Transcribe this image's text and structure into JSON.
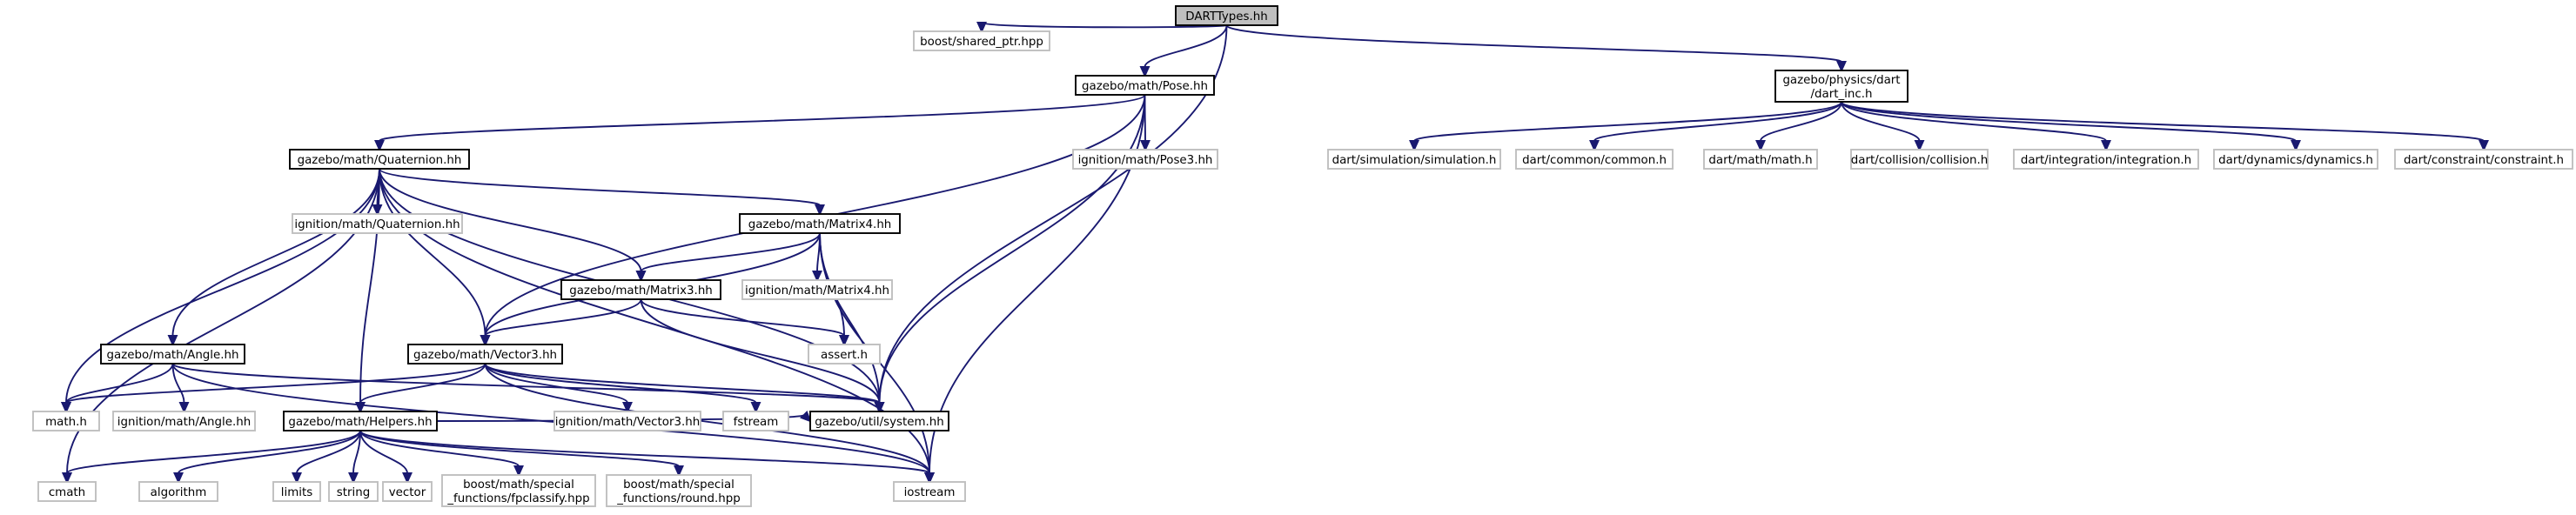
{
  "colors": {
    "edge": "#191970",
    "box_border": "#000000",
    "external_border": "#bfbfbf",
    "root_fill": "#bfbfbf",
    "node_fill": "#ffffff",
    "text": "#000000"
  },
  "nodes": [
    {
      "id": "root",
      "lines": [
        "DARTTypes.hh"
      ],
      "kind": "root"
    },
    {
      "id": "shared_ptr",
      "lines": [
        "boost/shared_ptr.hpp"
      ],
      "kind": "external"
    },
    {
      "id": "pose",
      "lines": [
        "gazebo/math/Pose.hh"
      ],
      "kind": "internal"
    },
    {
      "id": "dart_inc",
      "lines": [
        "gazebo/physics/dart",
        "/dart_inc.h"
      ],
      "kind": "internal"
    },
    {
      "id": "quaternion",
      "lines": [
        "gazebo/math/Quaternion.hh"
      ],
      "kind": "internal"
    },
    {
      "id": "ign_pose3",
      "lines": [
        "ignition/math/Pose3.hh"
      ],
      "kind": "external"
    },
    {
      "id": "simulation",
      "lines": [
        "dart/simulation/simulation.h"
      ],
      "kind": "external"
    },
    {
      "id": "common",
      "lines": [
        "dart/common/common.h"
      ],
      "kind": "external"
    },
    {
      "id": "dmath",
      "lines": [
        "dart/math/math.h"
      ],
      "kind": "external"
    },
    {
      "id": "collision",
      "lines": [
        "dart/collision/collision.h"
      ],
      "kind": "external"
    },
    {
      "id": "integration",
      "lines": [
        "dart/integration/integration.h"
      ],
      "kind": "external"
    },
    {
      "id": "dynamics",
      "lines": [
        "dart/dynamics/dynamics.h"
      ],
      "kind": "external"
    },
    {
      "id": "constraint",
      "lines": [
        "dart/constraint/constraint.h"
      ],
      "kind": "external"
    },
    {
      "id": "ign_quat",
      "lines": [
        "ignition/math/Quaternion.hh"
      ],
      "kind": "external"
    },
    {
      "id": "matrix4",
      "lines": [
        "gazebo/math/Matrix4.hh"
      ],
      "kind": "internal"
    },
    {
      "id": "ign_mat4",
      "lines": [
        "ignition/math/Matrix4.hh"
      ],
      "kind": "external"
    },
    {
      "id": "matrix3",
      "lines": [
        "gazebo/math/Matrix3.hh"
      ],
      "kind": "internal"
    },
    {
      "id": "angle",
      "lines": [
        "gazebo/math/Angle.hh"
      ],
      "kind": "internal"
    },
    {
      "id": "assert",
      "lines": [
        "assert.h"
      ],
      "kind": "external"
    },
    {
      "id": "vector3",
      "lines": [
        "gazebo/math/Vector3.hh"
      ],
      "kind": "internal"
    },
    {
      "id": "mathh",
      "lines": [
        "math.h"
      ],
      "kind": "external"
    },
    {
      "id": "ign_angle",
      "lines": [
        "ignition/math/Angle.hh"
      ],
      "kind": "external"
    },
    {
      "id": "helpers",
      "lines": [
        "gazebo/math/Helpers.hh"
      ],
      "kind": "internal"
    },
    {
      "id": "ign_vec3",
      "lines": [
        "ignition/math/Vector3.hh"
      ],
      "kind": "external"
    },
    {
      "id": "fstream",
      "lines": [
        "fstream"
      ],
      "kind": "external"
    },
    {
      "id": "system",
      "lines": [
        "gazebo/util/system.hh"
      ],
      "kind": "internal"
    },
    {
      "id": "cmath",
      "lines": [
        "cmath"
      ],
      "kind": "external"
    },
    {
      "id": "algorithm",
      "lines": [
        "algorithm"
      ],
      "kind": "external"
    },
    {
      "id": "limits",
      "lines": [
        "limits"
      ],
      "kind": "external"
    },
    {
      "id": "string",
      "lines": [
        "string"
      ],
      "kind": "external"
    },
    {
      "id": "vector",
      "lines": [
        "vector"
      ],
      "kind": "external"
    },
    {
      "id": "fpclassify",
      "lines": [
        "boost/math/special",
        "_functions/fpclassify.hpp"
      ],
      "kind": "external"
    },
    {
      "id": "round",
      "lines": [
        "boost/math/special",
        "_functions/round.hpp"
      ],
      "kind": "external"
    },
    {
      "id": "iostream",
      "lines": [
        "iostream"
      ],
      "kind": "external"
    }
  ],
  "edges": [
    [
      "root",
      "shared_ptr"
    ],
    [
      "root",
      "pose"
    ],
    [
      "root",
      "dart_inc"
    ],
    [
      "root",
      "system"
    ],
    [
      "pose",
      "quaternion"
    ],
    [
      "pose",
      "ign_pose3"
    ],
    [
      "pose",
      "vector3"
    ],
    [
      "pose",
      "system"
    ],
    [
      "pose",
      "iostream"
    ],
    [
      "dart_inc",
      "simulation"
    ],
    [
      "dart_inc",
      "common"
    ],
    [
      "dart_inc",
      "dmath"
    ],
    [
      "dart_inc",
      "collision"
    ],
    [
      "dart_inc",
      "integration"
    ],
    [
      "dart_inc",
      "dynamics"
    ],
    [
      "dart_inc",
      "constraint"
    ],
    [
      "quaternion",
      "ign_quat"
    ],
    [
      "quaternion",
      "matrix4"
    ],
    [
      "quaternion",
      "matrix3"
    ],
    [
      "quaternion",
      "angle"
    ],
    [
      "quaternion",
      "vector3"
    ],
    [
      "quaternion",
      "helpers"
    ],
    [
      "quaternion",
      "mathh"
    ],
    [
      "quaternion",
      "cmath"
    ],
    [
      "quaternion",
      "system"
    ],
    [
      "quaternion",
      "iostream"
    ],
    [
      "matrix4",
      "ign_mat4"
    ],
    [
      "matrix4",
      "matrix3"
    ],
    [
      "matrix4",
      "vector3"
    ],
    [
      "matrix4",
      "assert"
    ],
    [
      "matrix4",
      "system"
    ],
    [
      "matrix4",
      "iostream"
    ],
    [
      "matrix3",
      "vector3"
    ],
    [
      "matrix3",
      "assert"
    ],
    [
      "matrix3",
      "system"
    ],
    [
      "angle",
      "mathh"
    ],
    [
      "angle",
      "ign_angle"
    ],
    [
      "angle",
      "system"
    ],
    [
      "angle",
      "iostream"
    ],
    [
      "vector3",
      "mathh"
    ],
    [
      "vector3",
      "helpers"
    ],
    [
      "vector3",
      "ign_vec3"
    ],
    [
      "vector3",
      "fstream"
    ],
    [
      "vector3",
      "system"
    ],
    [
      "vector3",
      "iostream"
    ],
    [
      "helpers",
      "cmath"
    ],
    [
      "helpers",
      "algorithm"
    ],
    [
      "helpers",
      "limits"
    ],
    [
      "helpers",
      "string"
    ],
    [
      "helpers",
      "vector"
    ],
    [
      "helpers",
      "fpclassify"
    ],
    [
      "helpers",
      "round"
    ],
    [
      "helpers",
      "iostream"
    ],
    [
      "helpers",
      "system"
    ]
  ]
}
